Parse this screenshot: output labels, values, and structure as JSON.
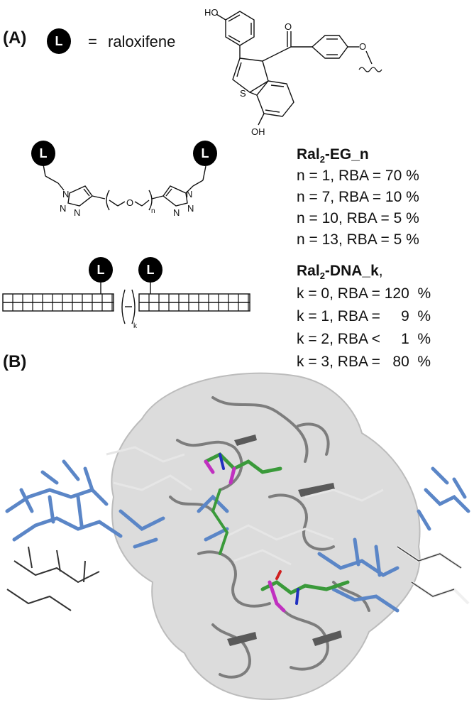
{
  "panel_a_label": "(A)",
  "panel_b_label": "(B)",
  "legend": {
    "symbol": "L",
    "equals": "=",
    "name": "raloxifene"
  },
  "structure_atoms": {
    "ho_top": "HO",
    "o_carbonyl": "O",
    "o_ether": "O",
    "s": "S",
    "oh_bottom": "OH",
    "triazole_n": "N",
    "peg_o": "O",
    "peg_n": "n",
    "dna_k": "k"
  },
  "eg_series": {
    "title_main": "Ral",
    "title_sub": "2",
    "title_rest": "-EG_n",
    "rows": [
      "n = 1, RBA = 70 %",
      "n = 7, RBA = 10 %",
      "n = 10, RBA = 5 %",
      "n = 13, RBA = 5 %"
    ]
  },
  "dna_series": {
    "title_main": "Ral",
    "title_sub": "2",
    "title_rest": "-DNA_k",
    "title_tail": ",",
    "rows": [
      "k = 0, RBA = 120  %",
      "k = 1, RBA =     9  %",
      "k = 2, RBA <     1  %",
      "k = 3, RBA =   80  %"
    ]
  }
}
